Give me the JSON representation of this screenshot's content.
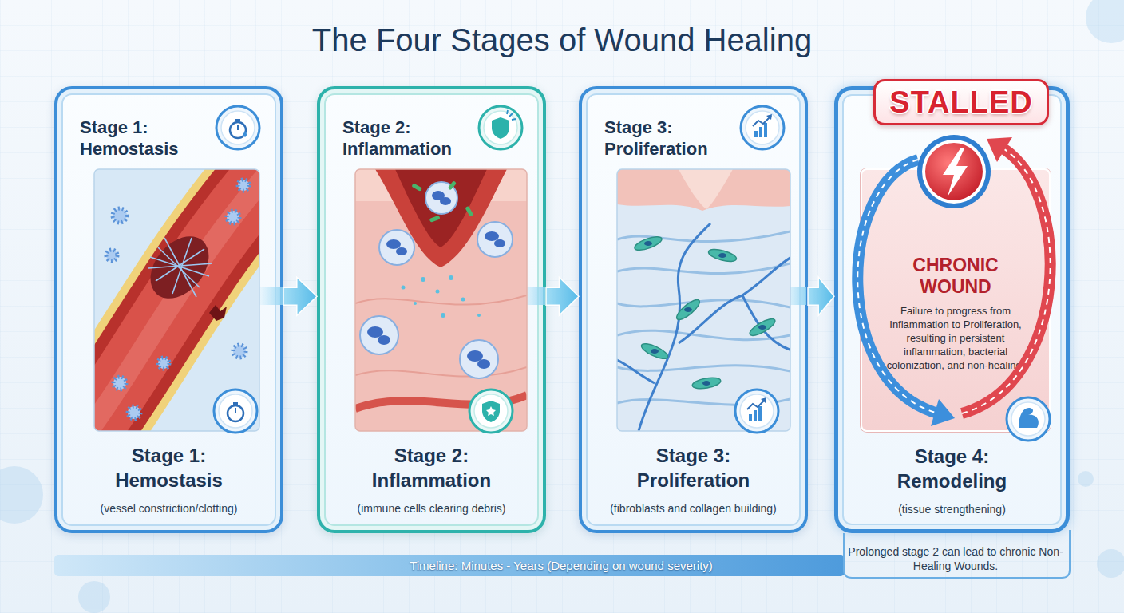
{
  "diagram": {
    "title": "The Four Stages of Wound Healing",
    "nodes": [
      {
        "text": [
          "Stage 1: Hemostasis",
          "Stage 1: Hemostasis",
          "(vessel constriction/clotting)"
        ]
      },
      {
        "text": [
          "Stage 2: Inflammation",
          "Stage 2: Inflammation",
          "(immune cells clearing debris)"
        ]
      },
      {
        "text": [
          "Stage 3: Proliferation",
          "Stage 3: Proliferation",
          "(fibroblasts and collagen building)"
        ]
      },
      {
        "text": [
          "Stage 4: Remodeling",
          "(tissue strengthening)"
        ]
      },
      {
        "text": [
          "STALLED"
        ],
        "in": 3
      },
      {
        "text": [
          "CHRONIC WOUND",
          "Failure to progress from Inflammation to Proliferation, resulting in persistent inflammation, bacterial colonization, and non-healing."
        ],
        "in": 3
      },
      {
        "text": [
          "Timeline: Minutes - Years (Depending on wound severity)"
        ]
      }
    ],
    "edges": [
      {
        "from": 0,
        "to": 1,
        "arrow": "to"
      },
      {
        "from": 1,
        "to": 2,
        "arrow": "to"
      },
      {
        "from": 2,
        "to": 3,
        "arrow": "to"
      }
    ],
    "labels": [
      "Prolonged stage 2 can lead to chronic Non-Healing Wounds."
    ]
  }
}
